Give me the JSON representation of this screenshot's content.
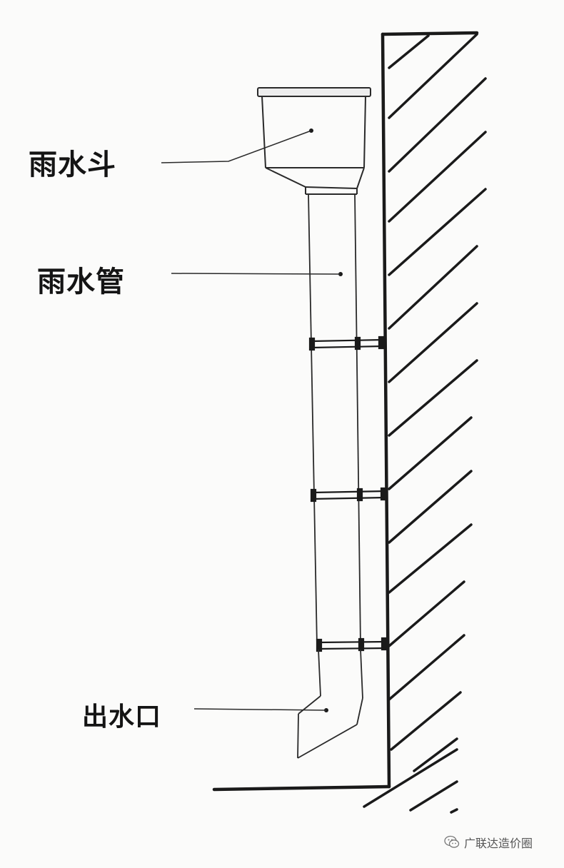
{
  "labels": {
    "rain_funnel": "雨水斗",
    "rain_pipe": "雨水管",
    "outlet": "出水口"
  },
  "watermark": {
    "text": "广联达造价圈",
    "icon": "wechat-icon"
  },
  "colors": {
    "paper": "#fbfbfa",
    "ink": "#1a1a1a"
  }
}
